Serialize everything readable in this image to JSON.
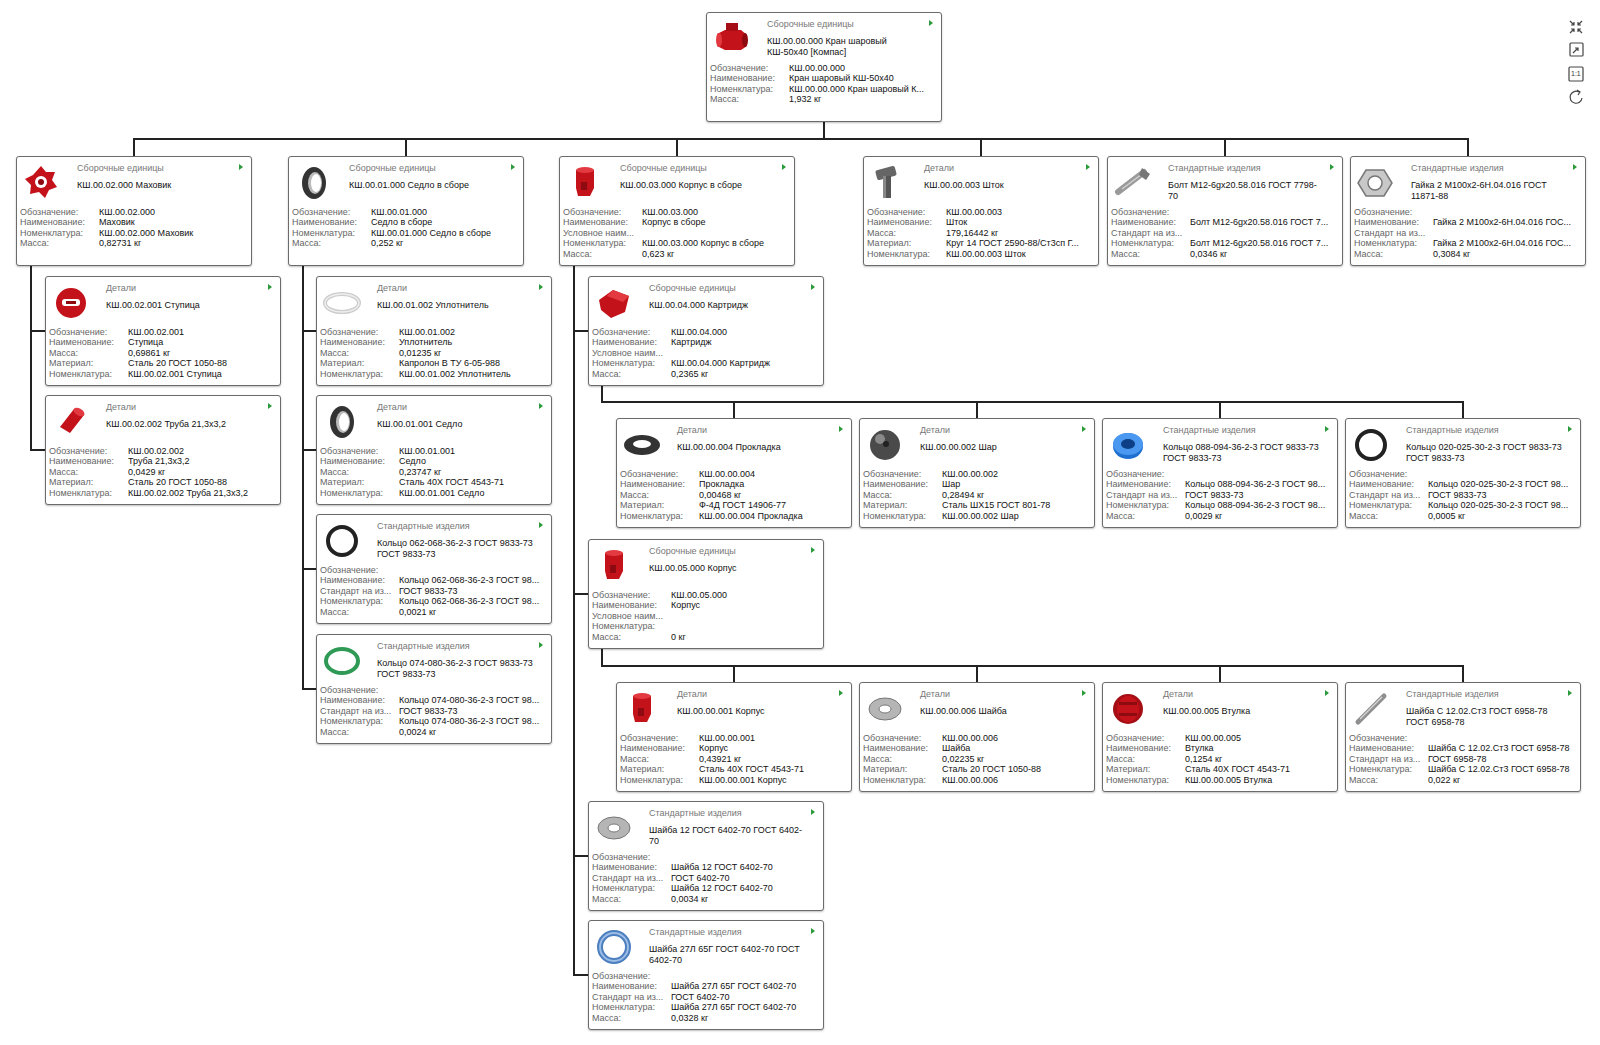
{
  "diagram": {
    "nodes": [
      {
        "text": [
          "Сборочные единицы",
          "КШ.00.00.000 Кран шаровый КШ-50х40 [Компас]",
          "Обозначение:",
          "КШ.00.00.000",
          "Наименование:",
          "Кран шаровый КШ-50х40",
          "Номенклатура:",
          "КШ.00.00.000 Кран шаровый К...",
          "Масса:",
          "1,932 кг"
        ]
      },
      {
        "text": [
          "Сборочные единицы",
          "КШ.00.02.000 Маховик",
          "Обозначение:",
          "КШ.00.02.000",
          "Наименование:",
          "Маховик",
          "Номенклатура:",
          "КШ.00.02.000 Маховик",
          "Масса:",
          "0,82731 кг"
        ]
      },
      {
        "text": [
          "Сборочные единицы",
          "КШ.00.01.000 Седло в сборе",
          "Обозначение:",
          "КШ.00.01.000",
          "Наименование:",
          "Седло в сборе",
          "Номенклатура:",
          "КШ.00.01.000 Седло в сборе",
          "Масса:",
          "0,252 кг"
        ]
      },
      {
        "text": [
          "Сборочные единицы",
          "КШ.00.03.000 Корпус в сборе",
          "Обозначение:",
          "КШ.00.03.000",
          "Наименование:",
          "Корпус в сборе",
          "Условное наим...",
          "Номенклатура:",
          "КШ.00.03.000 Корпус в сборе",
          "Масса:",
          "0,623 кг"
        ]
      },
      {
        "text": [
          "Детали",
          "КШ.00.00.003 Шток",
          "Обозначение:",
          "КШ.00.00.003",
          "Наименование:",
          "Шток",
          "Масса:",
          "179,16442 кг",
          "Материал:",
          "Круг 14 ГОСТ 2590-88/Ст3сп Г...",
          "Номенклатура:",
          "КШ.00.00.003 Шток"
        ]
      },
      {
        "text": [
          "Стандартные изделия",
          "Болт М12-6gx20.58.016 ГОСТ 7798-70",
          "Обозначение:",
          "Наименование:",
          "Болт М12-6gx20.58.016 ГОСТ 7...",
          "Стандарт на из...",
          "Номенклатура:",
          "Болт М12-6gx20.58.016 ГОСТ 7...",
          "Масса:",
          "0,0346 кг"
        ]
      },
      {
        "text": [
          "Стандартные изделия",
          "Гайка 2 М100х2-6Н.04.016 ГОСТ 11871-88",
          "Обозначение:",
          "Наименование:",
          "Гайка 2 М100х2-6Н.04.016 ГОС...",
          "Стандарт на из...",
          "Номенклатура:",
          "Гайка 2 М100х2-6Н.04.016 ГОС...",
          "Масса:",
          "0,3084 кг"
        ]
      },
      {
        "text": [
          "Детали",
          "КШ.00.02.001 Ступица",
          "Обозначение:",
          "КШ.00.02.001",
          "Наименование:",
          "Ступица",
          "Масса:",
          "0,69861 кг",
          "Материал:",
          "Сталь 20 ГОСТ 1050-88",
          "Номенклатура:",
          "КШ.00.02.001 Ступица"
        ]
      },
      {
        "text": [
          "Детали",
          "КШ.00.02.002 Труба 21,3х3,2",
          "Обозначение:",
          "КШ.00.02.002",
          "Наименование:",
          "Труба 21,3х3,2",
          "Масса:",
          "0,0429 кг",
          "Материал:",
          "Сталь 20 ГОСТ 1050-88",
          "Номенклатура:",
          "КШ.00.02.002 Труба 21,3х3,2"
        ]
      },
      {
        "text": [
          "Детали",
          "КШ.00.01.002 Уплотнитель",
          "Обозначение:",
          "КШ.00.01.002",
          "Наименование:",
          "Уплотнитель",
          "Масса:",
          "0,01235 кг",
          "Материал:",
          "Капролон В ТУ 6-05-988",
          "Номенклатура:",
          "КШ.00.01.002 Уплотнитель"
        ]
      },
      {
        "text": [
          "Детали",
          "КШ.00.01.001 Седло",
          "Обозначение:",
          "КШ.00.01.001",
          "Наименование:",
          "Седло",
          "Масса:",
          "0,23747 кг",
          "Материал:",
          "Сталь 40Х ГОСТ 4543-71",
          "Номенклатура:",
          "КШ.00.01.001 Седло"
        ]
      },
      {
        "text": [
          "Стандартные изделия",
          "Кольцо 062-068-36-2-3 ГОСТ 9833-73 ГОСТ 9833-73",
          "Обозначение:",
          "Наименование:",
          "Кольцо 062-068-36-2-3 ГОСТ 98...",
          "Стандарт на из...",
          "ГОСТ 9833-73",
          "Номенклатура:",
          "Кольцо 062-068-36-2-3 ГОСТ 98...",
          "Масса:",
          "0,0021 кг"
        ]
      },
      {
        "text": [
          "Стандартные изделия",
          "Кольцо 074-080-36-2-3 ГОСТ 9833-73 ГОСТ 9833-73",
          "Обозначение:",
          "Наименование:",
          "Кольцо 074-080-36-2-3 ГОСТ 98...",
          "Стандарт на из...",
          "ГОСТ 9833-73",
          "Номенклатура:",
          "Кольцо 074-080-36-2-3 ГОСТ 98...",
          "Масса:",
          "0,0024 кг"
        ]
      },
      {
        "text": [
          "Сборочные единицы",
          "КШ.00.04.000 Картридж",
          "Обозначение:",
          "КШ.00.04.000",
          "Наименование:",
          "Картридж",
          "Условное наим...",
          "Номенклатура:",
          "КШ.00.04.000 Картридж",
          "Масса:",
          "0,2365 кг"
        ]
      },
      {
        "text": [
          "Сборочные единицы",
          "КШ.00.05.000 Корпус",
          "Обозначение:",
          "КШ.00.05.000",
          "Наименование:",
          "Корпус",
          "Условное наим...",
          "Номенклатура:",
          "Масса:",
          "0 кг"
        ]
      },
      {
        "text": [
          "Стандартные изделия",
          "Шайба 12 ГОСТ 6402-70 ГОСТ 6402-70",
          "Обозначение:",
          "Наименование:",
          "Шайба 12 ГОСТ 6402-70",
          "Стандарт на из...",
          "ГОСТ 6402-70",
          "Номенклатура:",
          "Шайба 12 ГОСТ 6402-70",
          "Масса:",
          "0,0034 кг"
        ]
      },
      {
        "text": [
          "Стандартные изделия",
          "Шайба 27Л 65Г ГОСТ 6402-70 ГОСТ 6402-70",
          "Обозначение:",
          "Наименование:",
          "Шайба 27Л 65Г ГОСТ 6402-70",
          "Стандарт на из...",
          "ГОСТ 6402-70",
          "Номенклатура:",
          "Шайба 27Л 65Г ГОСТ 6402-70",
          "Масса:",
          "0,0328 кг"
        ]
      },
      {
        "text": [
          "Детали",
          "КШ.00.00.004 Прокладка",
          "Обозначение:",
          "КШ.00.00.004",
          "Наименование:",
          "Прокладка",
          "Масса:",
          "0,00468 кг",
          "Материал:",
          "Ф-4Д ГОСТ 14906-77",
          "Номенклатура:",
          "КШ.00.00.004 Прокладка"
        ]
      },
      {
        "text": [
          "Детали",
          "КШ.00.00.002 Шар",
          "Обозначение:",
          "КШ.00.00.002",
          "Наименование:",
          "Шар",
          "Масса:",
          "0,28494 кг",
          "Материал:",
          "Сталь ШХ15 ГОСТ 801-78",
          "Номенклатура:",
          "КШ.00.00.002 Шар"
        ]
      },
      {
        "text": [
          "Стандартные изделия",
          "Кольцо 088-094-36-2-3 ГОСТ 9833-73 ГОСТ 9833-73",
          "Обозначение:",
          "Наименование:",
          "Кольцо 088-094-36-2-3 ГОСТ 98...",
          "Стандарт на из...",
          "ГОСТ 9833-73",
          "Номенклатура:",
          "Кольцо 088-094-36-2-3 ГОСТ 98...",
          "Масса:",
          "0,0029 кг"
        ]
      },
      {
        "text": [
          "Стандартные изделия",
          "Кольцо 020-025-30-2-3 ГОСТ 9833-73 ГОСТ 9833-73",
          "Обозначение:",
          "Наименование:",
          "Кольцо 020-025-30-2-3 ГОСТ 98...",
          "Стандарт на из...",
          "ГОСТ 9833-73",
          "Номенклатура:",
          "Кольцо 020-025-30-2-3 ГОСТ 98...",
          "Масса:",
          "0,0005 кг"
        ]
      },
      {
        "text": [
          "Детали",
          "КШ.00.00.001 Корпус",
          "Обозначение:",
          "КШ.00.00.001",
          "Наименование:",
          "Корпус",
          "Масса:",
          "0,43921 кг",
          "Материал:",
          "Сталь 40Х ГОСТ 4543-71",
          "Номенклатура:",
          "КШ.00.00.001 Корпус"
        ]
      },
      {
        "text": [
          "Детали",
          "КШ.00.00.006 Шайба",
          "Обозначение:",
          "КШ.00.00.006",
          "Наименование:",
          "Шайба",
          "Масса:",
          "0,02235 кг",
          "Материал:",
          "Сталь 20 ГОСТ 1050-88",
          "Номенклатура:",
          "КШ.00.00.006"
        ]
      },
      {
        "text": [
          "Детали",
          "КШ.00.00.005 Втулка",
          "Обозначение:",
          "КШ.00.00.005",
          "Наименование:",
          "Втулка",
          "Масса:",
          "0,1254 кг",
          "Материал:",
          "Сталь 40Х ГОСТ 4543-71",
          "Номенклатура:",
          "КШ.00.00.005 Втулка"
        ]
      },
      {
        "text": [
          "Стандартные изделия",
          "Шайба С 12.02.Ст3 ГОСТ 6958-78 ГОСТ 6958-78",
          "Обозначение:",
          "Наименование:",
          "Шайба С 12.02.Ст3 ГОСТ 6958-78",
          "Стандарт на из...",
          "ГОСТ 6958-78",
          "Номенклатура:",
          "Шайба С 12.02.Ст3 ГОСТ 6958-78",
          "Масса:",
          "0,022 кг"
        ]
      }
    ],
    "edges": [
      {
        "from": 0,
        "to": 1,
        "arrow": "none"
      },
      {
        "from": 0,
        "to": 2,
        "arrow": "none"
      },
      {
        "from": 0,
        "to": 3,
        "arrow": "none"
      },
      {
        "from": 0,
        "to": 4,
        "arrow": "none"
      },
      {
        "from": 0,
        "to": 5,
        "arrow": "none"
      },
      {
        "from": 0,
        "to": 6,
        "arrow": "none"
      },
      {
        "from": 1,
        "to": 7,
        "arrow": "none"
      },
      {
        "from": 1,
        "to": 8,
        "arrow": "none"
      },
      {
        "from": 2,
        "to": 9,
        "arrow": "none"
      },
      {
        "from": 2,
        "to": 10,
        "arrow": "none"
      },
      {
        "from": 2,
        "to": 11,
        "arrow": "none"
      },
      {
        "from": 2,
        "to": 12,
        "arrow": "none"
      },
      {
        "from": 3,
        "to": 13,
        "arrow": "none"
      },
      {
        "from": 3,
        "to": 14,
        "arrow": "none"
      },
      {
        "from": 3,
        "to": 15,
        "arrow": "none"
      },
      {
        "from": 3,
        "to": 16,
        "arrow": "none"
      },
      {
        "from": 13,
        "to": 17,
        "arrow": "none"
      },
      {
        "from": 13,
        "to": 18,
        "arrow": "none"
      },
      {
        "from": 13,
        "to": 19,
        "arrow": "none"
      },
      {
        "from": 13,
        "to": 20,
        "arrow": "none"
      },
      {
        "from": 14,
        "to": 21,
        "arrow": "none"
      },
      {
        "from": 14,
        "to": 22,
        "arrow": "none"
      },
      {
        "from": 14,
        "to": 23,
        "arrow": "none"
      },
      {
        "from": 14,
        "to": 24,
        "arrow": "none"
      }
    ],
    "labels": [
      "1:1"
    ]
  }
}
